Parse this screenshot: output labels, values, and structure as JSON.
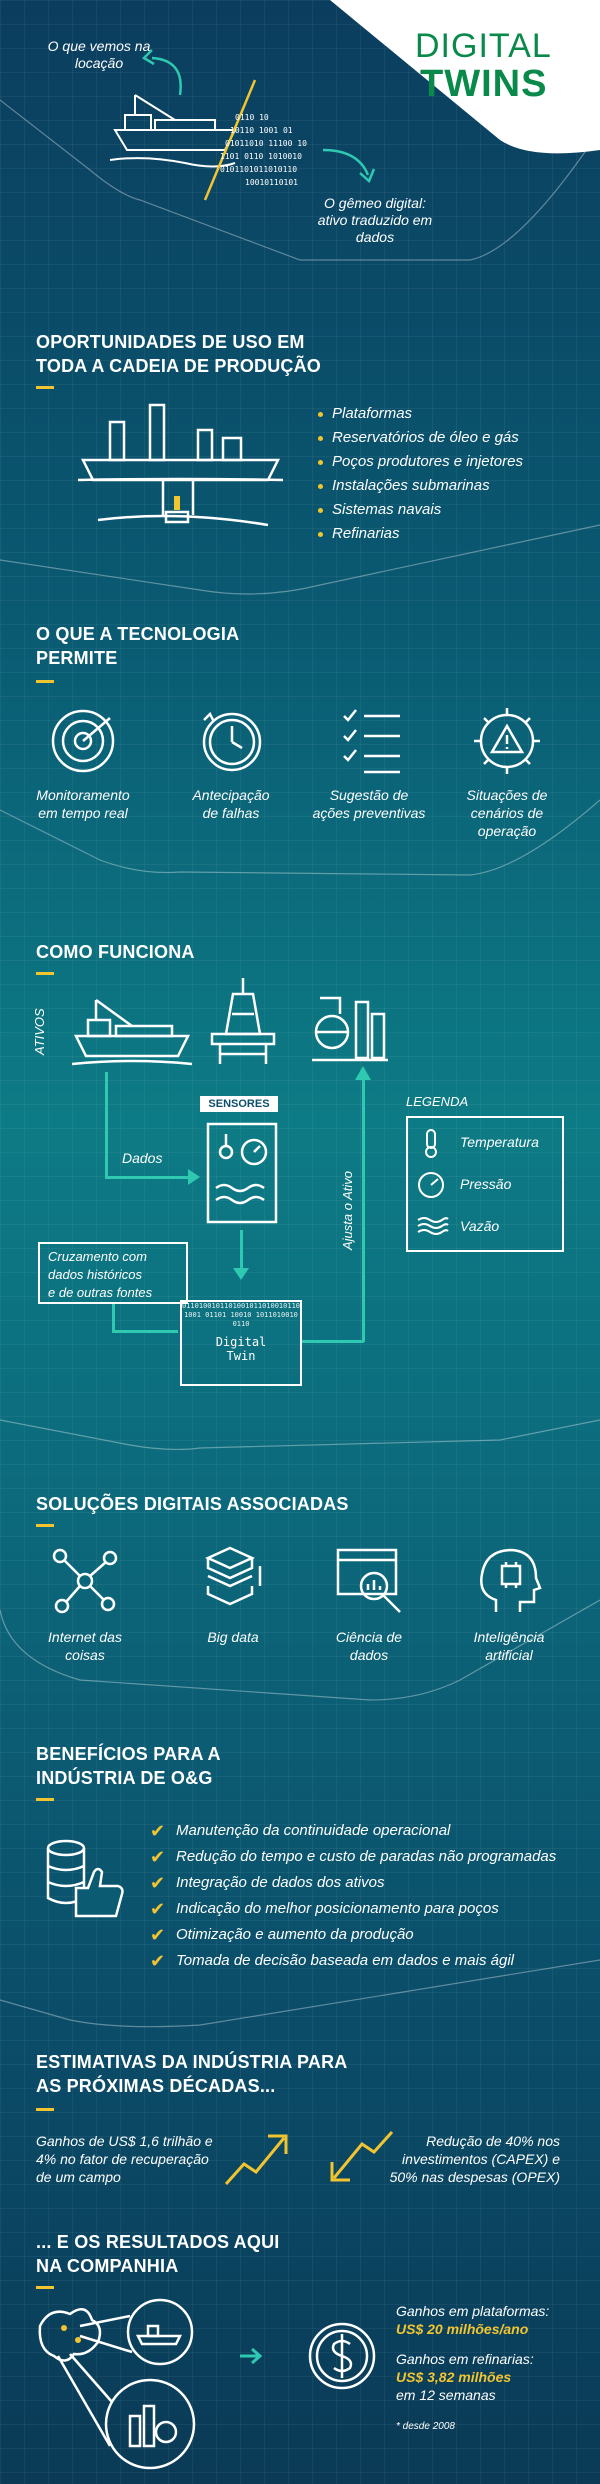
{
  "header": {
    "title_line1": "DIGITAL",
    "title_line2": "TWINS",
    "left_caption": "O que vemos na locação",
    "right_caption": "O gêmeo digital: ativo traduzido em dados"
  },
  "section1": {
    "title_line1": "OPORTUNIDADES DE USO EM",
    "title_line2": "TODA A CADEIA DE PRODUÇÃO",
    "items": [
      "Plataformas",
      "Reservatórios de óleo e gás",
      "Poços produtores e injetores",
      "Instalações submarinas",
      "Sistemas navais",
      "Refinarias"
    ]
  },
  "section2": {
    "title_line1": "O QUE A TECNOLOGIA",
    "title_line2": "PERMITE",
    "items": [
      {
        "l1": "Monitoramento",
        "l2": "em tempo real",
        "l3": "",
        "icon": "radar-icon"
      },
      {
        "l1": "Antecipação",
        "l2": "de falhas",
        "l3": "",
        "icon": "clock-icon"
      },
      {
        "l1": "Sugestão de",
        "l2": "ações preventivas",
        "l3": "",
        "icon": "checklist-icon"
      },
      {
        "l1": "Situações de",
        "l2": "cenários de",
        "l3": "operação",
        "icon": "gear-warning-icon"
      }
    ]
  },
  "section3": {
    "title": "COMO FUNCIONA",
    "ativos_label": "ATIVOS",
    "sensores_label": "SENSORES",
    "dados_label": "Dados",
    "ajusta_label": "Ajusta o Ativo",
    "cruzamento_l1": "Cruzamento com",
    "cruzamento_l2": "dados históricos",
    "cruzamento_l3": "e de outras fontes",
    "twin_l1": "Digital",
    "twin_l2": "Twin",
    "legend_title": "LEGENDA",
    "legend_items": [
      "Temperatura",
      "Pressão",
      "Vazão"
    ]
  },
  "section4": {
    "title": "SOLUÇÕES DIGITAIS ASSOCIADAS",
    "items": [
      {
        "l1": "Internet das",
        "l2": "coisas",
        "icon": "iot-network-icon"
      },
      {
        "l1": "Big data",
        "l2": "",
        "icon": "database-icon"
      },
      {
        "l1": "Ciência de",
        "l2": "dados",
        "icon": "data-science-icon"
      },
      {
        "l1": "Inteligência",
        "l2": "artificial",
        "icon": "ai-head-icon"
      }
    ]
  },
  "section5": {
    "title_line1": "BENEFÍCIOS PARA A",
    "title_line2": "INDÚSTRIA DE O&G",
    "items": [
      "Manutenção da continuidade operacional",
      "Redução do tempo e custo de paradas não programadas",
      "Integração de dados dos ativos",
      "Indicação do melhor posicionamento para poços",
      "Otimização e aumento da produção",
      "Tomada de decisão baseada em dados e mais ágil"
    ]
  },
  "section6": {
    "title_line1": "ESTIMATIVAS DA INDÚSTRIA PARA",
    "title_line2": "AS PRÓXIMAS DÉCADAS...",
    "left_l1": "Ganhos de US$ 1,6 trilhão e",
    "left_l2": "4% no fator de recuperação",
    "left_l3": "de um campo",
    "right_l1": "Redução de 40% nos",
    "right_l2": "investimentos (CAPEX) e",
    "right_l3": "50% nas despesas (OPEX)"
  },
  "section7": {
    "title_line1": "... E OS RESULTADOS AQUI",
    "title_line2": "NA COMPANHIA",
    "plat_label": "Ganhos em plataformas:",
    "plat_value": "US$ 20 milhões/ano",
    "ref_label": "Ganhos em refinarias:",
    "ref_value": "US$ 3,82 milhões",
    "ref_period": "em 12 semanas",
    "footnote": "* desde 2008"
  },
  "colors": {
    "accent": "#f2c530",
    "teal": "#2fc8b0",
    "brand_green": "#0a8a4a",
    "white": "#ffffff"
  }
}
